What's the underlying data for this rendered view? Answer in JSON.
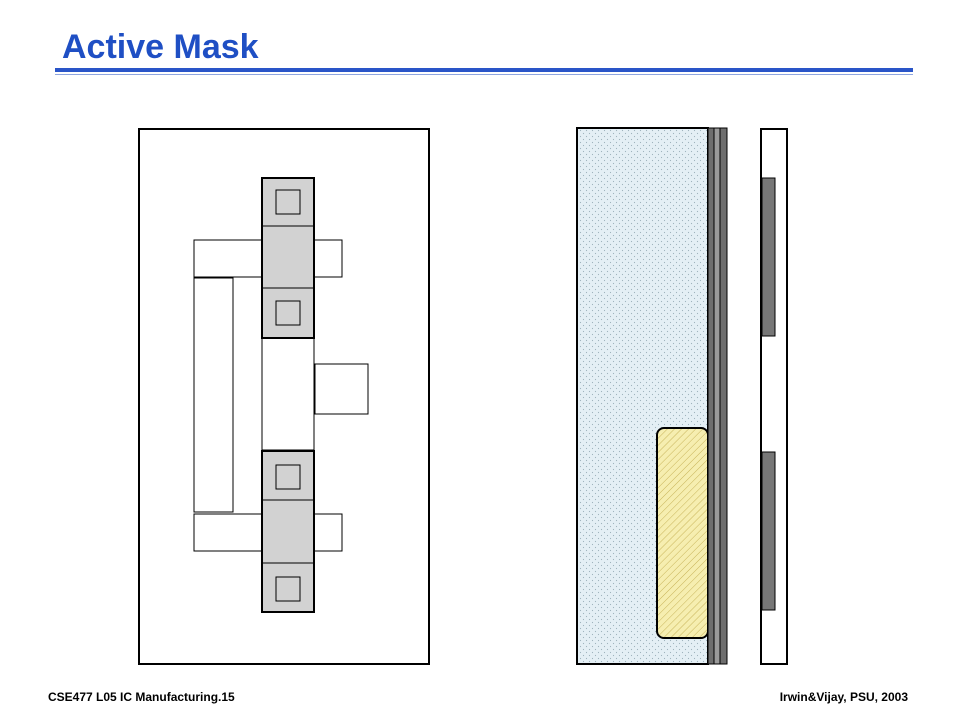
{
  "slide": {
    "title": "Active Mask",
    "footer_left": "CSE477  L05 IC Manufacturing.15",
    "footer_right": "Irwin&Vijay, PSU, 2003"
  },
  "colors": {
    "title": "#1f4fc4",
    "rule": "#2a55c8",
    "active_region": "#d2d2d2",
    "cross_section_fill": "#dce9f1",
    "doped_well_fill": "#f6eeb0",
    "oxide_strip": "#777777"
  }
}
